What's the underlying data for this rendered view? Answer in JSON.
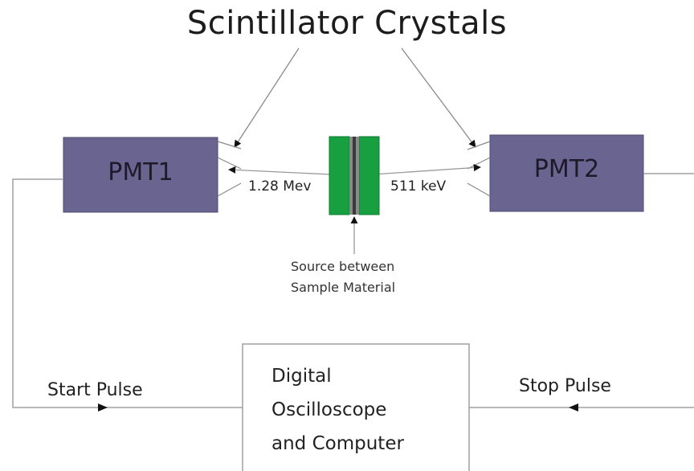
{
  "title": "Scintillator Crystals",
  "pmt1": {
    "label": "PMT1"
  },
  "pmt2": {
    "label": "PMT2"
  },
  "energy_left": "1.28 Mev",
  "energy_right": "511 keV",
  "source_label": {
    "line1": "Source between",
    "line2": "Sample Material"
  },
  "start_pulse": "Start Pulse",
  "stop_pulse": "Stop Pulse",
  "processor": {
    "line1": "Digital",
    "line2": "Oscilloscope",
    "line3": "and Computer"
  },
  "colors": {
    "pmt_fill": "#6a6490",
    "source_green": "#18a040",
    "source_gray": "#7a7a7a",
    "line": "#9a9a9a",
    "arrow": "#111111"
  }
}
